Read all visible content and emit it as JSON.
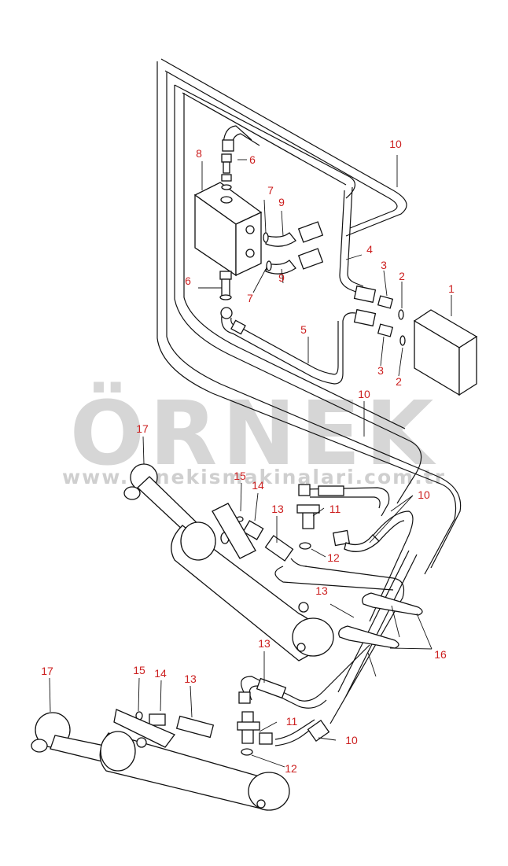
{
  "watermark": {
    "brand": "ÖRNEK",
    "url": "www.ornekismakinalari.com.tr",
    "color": "#d4d4d4"
  },
  "callout_color": "#cc1f1f",
  "callouts": [
    "1",
    "2",
    "2",
    "3",
    "3",
    "4",
    "5",
    "6",
    "6",
    "7",
    "7",
    "8",
    "9",
    "9",
    "10",
    "10",
    "10",
    "10",
    "11",
    "11",
    "12",
    "12",
    "13",
    "13",
    "13",
    "13",
    "14",
    "14",
    "15",
    "15",
    "16",
    "17",
    "17"
  ]
}
